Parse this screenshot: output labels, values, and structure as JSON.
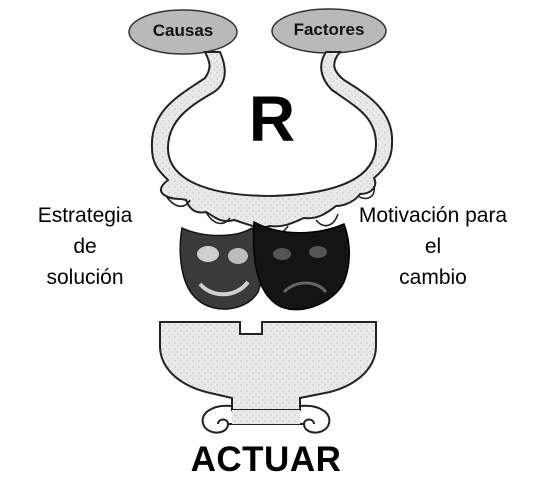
{
  "diagram": {
    "top_left_oval": "Causas",
    "top_right_oval": "Factores",
    "center_letter": "R",
    "left_text": [
      "Estrategia",
      "de",
      "solución"
    ],
    "right_text": [
      "Motivación para",
      "el",
      "cambio"
    ],
    "bottom_word": "ACTUAR"
  },
  "colors": {
    "oval_fill": "#b9b9b9",
    "shape_stroke": "#222222",
    "texture_fill": "#e6e6e6",
    "mask_dark": "#1a1a1a"
  }
}
